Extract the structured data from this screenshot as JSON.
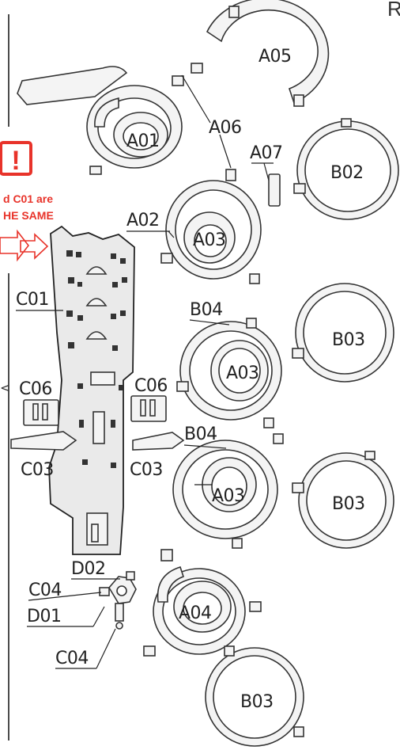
{
  "page_letter": "R",
  "warning": {
    "mark": "!",
    "line1": "d C01 are",
    "line2": "HE SAME",
    "color": "#e8332a"
  },
  "labels": {
    "A01": "A01",
    "A02": "A02",
    "A03_top": "A03",
    "A03_mid": "A03",
    "A03_low": "A03",
    "A04": "A04",
    "A05": "A05",
    "A06": "A06",
    "A07": "A07",
    "B02": "B02",
    "B03_a": "B03",
    "B03_b": "B03",
    "B03_c": "B03",
    "B04_a": "B04",
    "B04_b": "B04",
    "C01": "C01",
    "C03_left": "C03",
    "C03_right": "C03",
    "C04_top": "C04",
    "C04_bottom": "C04",
    "C06_left": "C06",
    "C06_right": "C06",
    "D01": "D01",
    "D02": "D02"
  }
}
